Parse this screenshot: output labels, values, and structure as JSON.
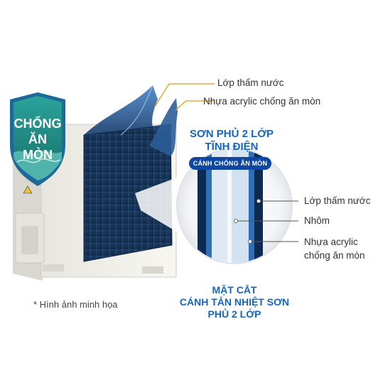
{
  "badge": {
    "line1": "CHỐNG",
    "line2": "ĂN MÒN"
  },
  "top_callouts": {
    "waterproof": "Lớp thấm nước",
    "acrylic": "Nhựa acrylic chống ăn mòn"
  },
  "coating_title": {
    "line1": "SƠN PHỦ 2 LỚP",
    "line2": "TĨNH ĐIỆN"
  },
  "pill_label": "CÁNH CHỐNG ĂN MÒN",
  "layer_callouts": {
    "waterproof": "Lớp thấm nước",
    "aluminum": "Nhôm",
    "acrylic_line1": "Nhựa acrylic",
    "acrylic_line2": "chống ăn mòn"
  },
  "cross_section_title": {
    "line1": "MẶT CẮT",
    "line2": "CÁNH TẢN NHIỆT SƠN",
    "line3": "PHỦ 2 LỚP"
  },
  "footnote": "* Hình ảnh minh họa",
  "colors": {
    "brand_blue": "#1565c0",
    "dark_navy": "#0d2b52",
    "badge_teal": "#1e8c86",
    "gold": "#d4a017"
  }
}
